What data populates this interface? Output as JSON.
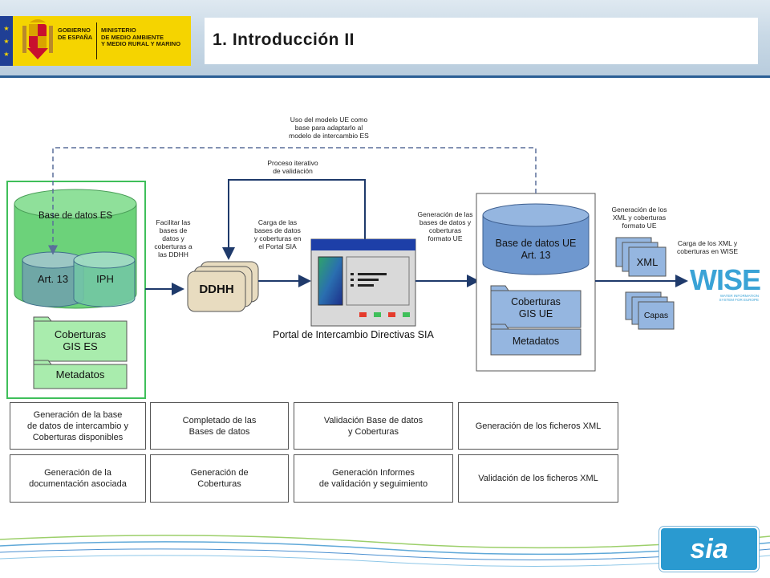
{
  "header": {
    "title": "1. Introducción II",
    "gov_label": "GOBIERNO\nDE ESPAÑA",
    "ministry_label": "MINISTERIO\nDE MEDIO AMBIENTE\nY MEDIO RURAL Y MARINO",
    "colors": {
      "gov_yellow": "#f5d400",
      "eu_blue": "#1f3f95",
      "band_blue": "#2b5f95"
    }
  },
  "diagram": {
    "es_db": {
      "title": "Base de datos ES",
      "art13": "Art. 13",
      "iph": "IPH",
      "coberturas": "Coberturas\nGIS ES",
      "metadatos": "Metadatos"
    },
    "facilitar_note": "Facilitar las\nbases de\ndatos y\ncoberturas a\nlas DDHH",
    "ddhh_label": "DDHH",
    "carga_note": "Carga de las\nbases de datos\ny coberturas en\nel Portal SIA",
    "proceso_note": "Proceso iterativo\nde validación",
    "uso_note": "Uso del modelo UE como\nbase para adaptarlo al\nmodelo de intercambio ES",
    "portal_caption": "Portal de Intercambio Directivas SIA",
    "generacion_bases_note": "Generación de las\nbases de datos y\ncoberturas\nformato UE",
    "ue_db": {
      "title": "Base de datos UE\nArt. 13",
      "coberturas": "Coberturas\nGIS UE",
      "metadatos": "Metadatos"
    },
    "generacion_xml_note": "Generación de los\nXML y coberturas\nformato UE",
    "xml_label": "XML",
    "capas_label": "Capas",
    "carga_wise_note": "Carga de los XML y\ncoberturas en WISE",
    "wise_logo": "WISE",
    "wise_tagline": "WATER INFORMATION\nSYSTEM FOR EUROPE",
    "colors": {
      "green": "#6cd27a",
      "green_border": "#3fbf5a",
      "blue": "#6f98cf",
      "ddhh": "#e8dcc0",
      "arrow": "#1f3a6b"
    }
  },
  "tasks": [
    "Generación de la base\nde datos de intercambio y\nCoberturas disponibles",
    "Completado de las\nBases de datos",
    "Validación Base de datos\ny Coberturas",
    "Generación de los ficheros XML",
    "Generación de la\ndocumentación asociada",
    "Generación de\nCoberturas",
    "Generación Informes\nde validación y seguimiento",
    "Validación de los ficheros XML"
  ],
  "footer": {
    "logo": "sia"
  }
}
